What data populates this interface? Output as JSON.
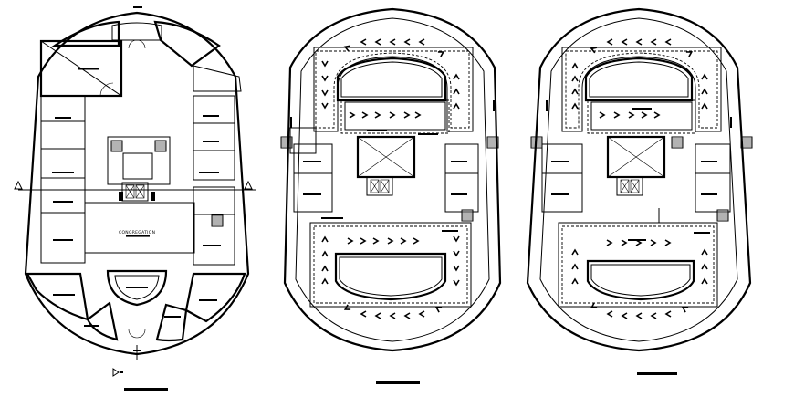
{
  "drawing": {
    "plans": [
      {
        "id": "ground-floor",
        "hall_label": "CONGREGATION"
      },
      {
        "id": "upper-floor-1"
      },
      {
        "id": "upper-floor-2"
      }
    ]
  }
}
